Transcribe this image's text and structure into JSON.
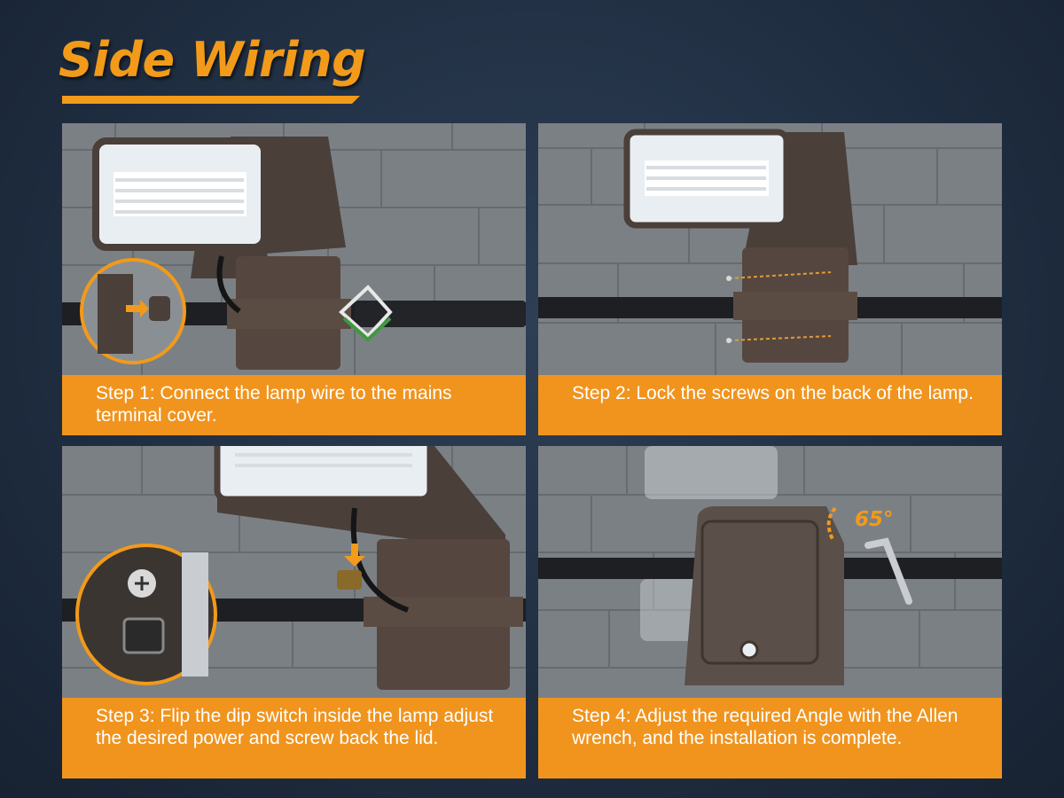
{
  "page": {
    "title": "Side Wiring",
    "accent_color": "#f29a1a",
    "background_color": "#243347"
  },
  "steps": [
    {
      "caption": "Step 1: Connect the lamp wire to the mains terminal cover.",
      "icons": [
        "led-flood-light",
        "junction-box",
        "conduit-pipe",
        "wire-nut",
        "knockout-plug"
      ]
    },
    {
      "caption": "Step 2: Lock the screws on the back of the lamp.",
      "icons": [
        "led-flood-light",
        "junction-box",
        "conduit-pipe",
        "screw"
      ]
    },
    {
      "caption": "Step 3: Flip the dip switch inside the lamp adjust the desired power and screw back the lid.",
      "icons": [
        "led-flood-light",
        "junction-box",
        "dip-switch",
        "arrow-down"
      ]
    },
    {
      "caption": "Step 4: Adjust the required Angle with the Allen wrench, and the installation is complete.",
      "angle": "65°",
      "icons": [
        "led-flood-light",
        "allen-wrench",
        "rotation-arrow"
      ]
    }
  ]
}
